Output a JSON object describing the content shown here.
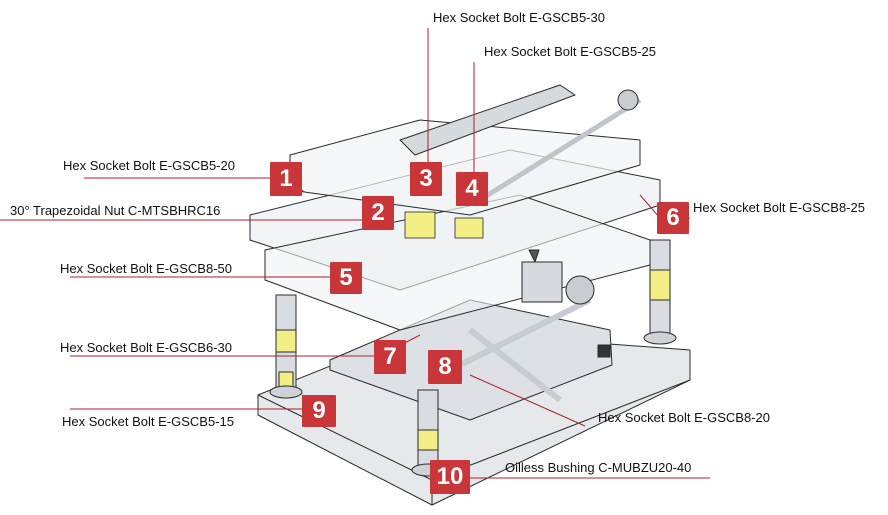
{
  "colors": {
    "badge": "#c8363a",
    "leader": "#b0202a",
    "outline": "#2a2a2a",
    "steel": "#d9dde2",
    "accent_yellow": "#f3ee86"
  },
  "callouts": [
    {
      "number": "1",
      "label": "Hex Socket Bolt  E-GSCB5-20"
    },
    {
      "number": "2",
      "label": "30° Trapezoidal Nut  C-MTSBHRC16"
    },
    {
      "number": "3",
      "label": "Hex Socket Bolt  E-GSCB5-30"
    },
    {
      "number": "4",
      "label": "Hex Socket Bolt  E-GSCB5-25"
    },
    {
      "number": "5",
      "label": "Hex Socket Bolt  E-GSCB8-50"
    },
    {
      "number": "6",
      "label": "Hex Socket Bolt  E-GSCB8-25"
    },
    {
      "number": "7",
      "label": "Hex Socket Bolt  E-GSCB6-30"
    },
    {
      "number": "8",
      "label": "Hex Socket Bolt  E-GSCB8-20"
    },
    {
      "number": "9",
      "label": "Hex Socket Bolt  E-GSCB5-15"
    },
    {
      "number": "10",
      "label": "Oilless Bushing   C-MUBZU20-40"
    }
  ]
}
